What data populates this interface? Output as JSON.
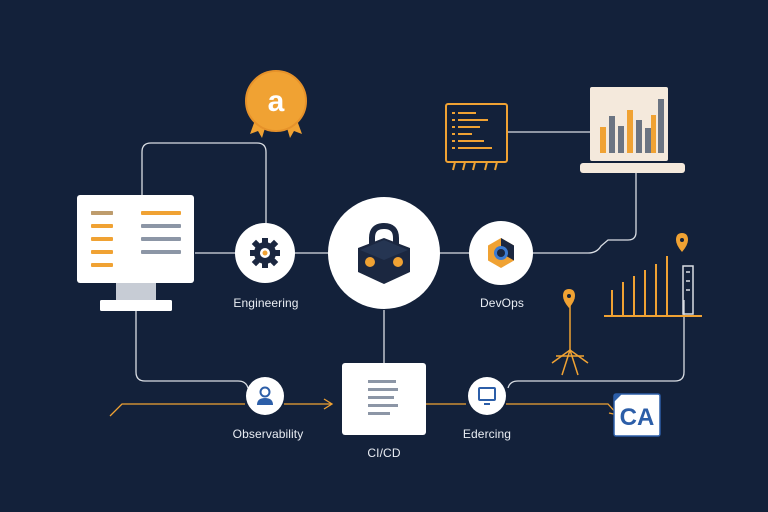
{
  "badge": {
    "letter": "a"
  },
  "labels": {
    "engineering": "Engineering",
    "devops": "DevOps",
    "observability": "Observability",
    "cicd": "CI/CD",
    "alerting": "Edercing"
  },
  "ca_logo": {
    "text": "CA"
  },
  "colors": {
    "background": "#13213a",
    "accent": "#f0a233",
    "line": "#d9dde3",
    "node": "#ffffff",
    "dark": "#1b2740"
  }
}
